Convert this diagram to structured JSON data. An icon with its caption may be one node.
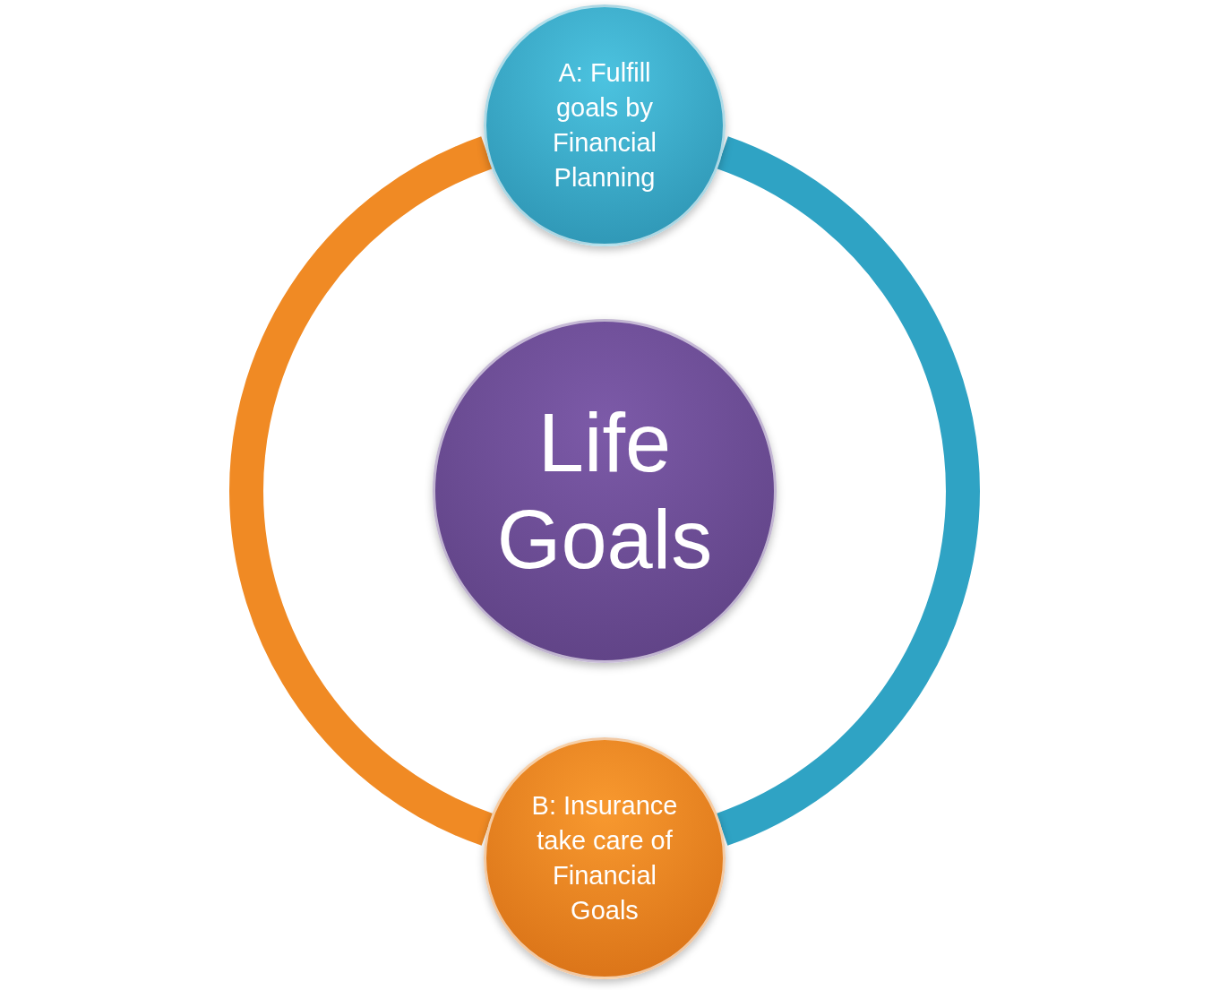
{
  "diagram": {
    "nodes": [
      {
        "text": [
          "A: Fulfill goals by Financial Planning"
        ]
      },
      {
        "text": [
          "Life Goals"
        ]
      },
      {
        "text": [
          "B: Insurance take care of Financial Goals"
        ]
      }
    ],
    "edges": [
      {
        "from": 0,
        "to": 2,
        "arrow": "none",
        "color": "#2fa3c4"
      },
      {
        "from": 2,
        "to": 0,
        "arrow": "none",
        "color": "#f08a24"
      }
    ]
  }
}
